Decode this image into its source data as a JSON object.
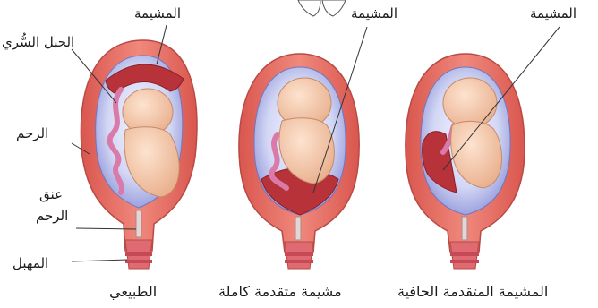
{
  "labels": {
    "placenta_1": "المشيمة",
    "umbilical_cord": "الحبل السُّري",
    "uterus": "الرحم",
    "cervix_line1": "عنق",
    "cervix_line2": "الرحم",
    "vagina": "المهبل",
    "placenta_2": "المشيمة",
    "placenta_3": "المشيمة"
  },
  "captions": {
    "normal": "الطبيعي",
    "complete_previa": "مشيمة متقدمة كاملة",
    "marginal_previa": "المشيمة المتقدمة الحافية"
  },
  "colors": {
    "uterus_wall": "#e8736a",
    "uterus_inner": "#f2a192",
    "amniotic": "#c7cbf0",
    "placenta": "#b8323a",
    "fetus": "#f3cdb0",
    "cord": "#d97aa8"
  }
}
